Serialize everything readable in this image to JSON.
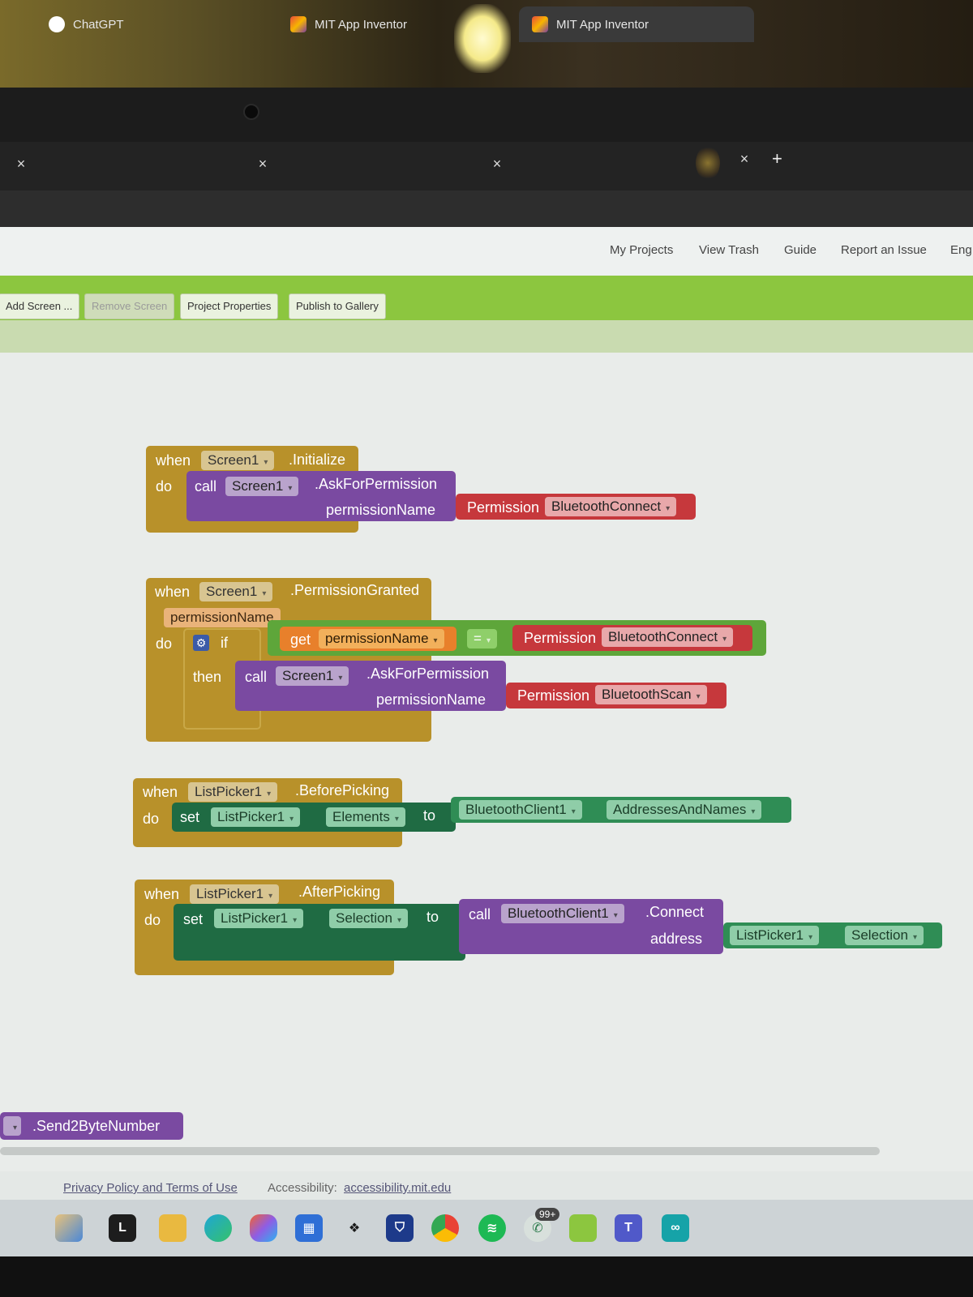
{
  "browser": {
    "tabs": [
      {
        "title": "ChatGPT",
        "favicon": "chatgpt-icon"
      },
      {
        "title": "MIT App Inventor",
        "favicon": "app-inventor-icon"
      },
      {
        "title": "MIT App Inventor",
        "favicon": "app-inventor-icon",
        "active": true
      }
    ],
    "close_glyph": "×",
    "new_tab_glyph": "+"
  },
  "topnav": {
    "links": [
      "My Projects",
      "View Trash",
      "Guide",
      "Report an Issue",
      "Eng"
    ]
  },
  "toolbar": {
    "buttons": [
      {
        "label": "Add Screen ..."
      },
      {
        "label": "Remove Screen",
        "disabled": true
      },
      {
        "label": "Project Properties"
      },
      {
        "label": "Publish to Gallery"
      }
    ]
  },
  "blocks": {
    "initialize": {
      "when": "when",
      "component": "Screen1",
      "event": ".Initialize",
      "do": "do",
      "call": "call",
      "proc_component": "Screen1",
      "method": ".AskForPermission",
      "param": "permissionName",
      "perm_label": "Permission",
      "perm_value": "BluetoothConnect"
    },
    "permission_granted": {
      "when": "when",
      "component": "Screen1",
      "event": ".PermissionGranted",
      "arg": "permissionName",
      "do": "do",
      "if": "if",
      "then": "then",
      "get": "get",
      "get_var": "permissionName",
      "op": "=",
      "perm_label": "Permission",
      "perm_value": "BluetoothConnect",
      "call": "call",
      "proc_component": "Screen1",
      "method": ".AskForPermission",
      "param": "permissionName",
      "perm2_label": "Permission",
      "perm2_value": "BluetoothScan"
    },
    "before_picking": {
      "when": "when",
      "component": "ListPicker1",
      "event": ".BeforePicking",
      "do": "do",
      "set": "set",
      "set_component": "ListPicker1",
      "set_prop": "Elements",
      "to": "to",
      "src_component": "BluetoothClient1",
      "src_prop": "AddressesAndNames",
      "dot": "."
    },
    "after_picking": {
      "when": "when",
      "component": "ListPicker1",
      "event": ".AfterPicking",
      "do": "do",
      "set": "set",
      "set_component": "ListPicker1",
      "set_prop": "Selection",
      "to": "to",
      "call": "call",
      "call_component": "BluetoothClient1",
      "method": ".Connect",
      "param": "address",
      "arg_component": "ListPicker1",
      "arg_prop": "Selection",
      "dot": "."
    },
    "partial": {
      "method": ".Send2ByteNumber"
    }
  },
  "footer": {
    "privacy": "Privacy Policy and Terms of Use",
    "accessibility_label": "Accessibility:",
    "accessibility_link": "accessibility.mit.edu"
  },
  "taskbar": {
    "icons": [
      "widgets-icon",
      "terminal-icon",
      "folder-icon",
      "edge-icon",
      "copilot-icon",
      "store-icon",
      "dropbox-icon",
      "bitwarden-icon",
      "chrome-icon",
      "spotify-icon",
      "whatsapp-icon",
      "app-icon",
      "teams-icon",
      "arduino-icon"
    ],
    "whatsapp_badge": "99+"
  },
  "colors": {
    "event": "#b8912a",
    "procedure": "#7a4aa1",
    "permission": "#c6383c",
    "component": "#2f8d55",
    "logic": "#5ea63a",
    "setter": "#1f6b43",
    "toolbar_green": "#8cc63f"
  }
}
